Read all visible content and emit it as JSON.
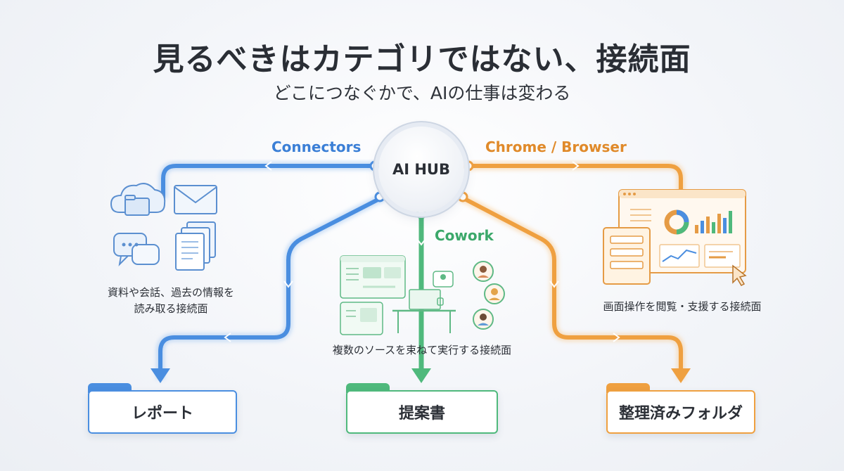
{
  "title": "見るべきはカテゴリではない、接続面",
  "subtitle": "どこにつなぐかで、AIの仕事は変わる",
  "hub": {
    "label": "AI HUB"
  },
  "branches": {
    "connectors": {
      "label": "Connectors",
      "description_line1": "資料や会話、過去の情報を",
      "description_line2": "読み取る接続面",
      "output": "レポート"
    },
    "cowork": {
      "label": "Cowork",
      "description": "複数のソースを束ねて実行する接続面",
      "output": "提案書"
    },
    "chrome": {
      "label": "Chrome / Browser",
      "description": "画面操作を閲覧・支援する接続面",
      "output": "整理済みフォルダ"
    }
  },
  "colors": {
    "blue": "#4a8ee0",
    "green": "#4fb97c",
    "orange": "#efa040"
  }
}
